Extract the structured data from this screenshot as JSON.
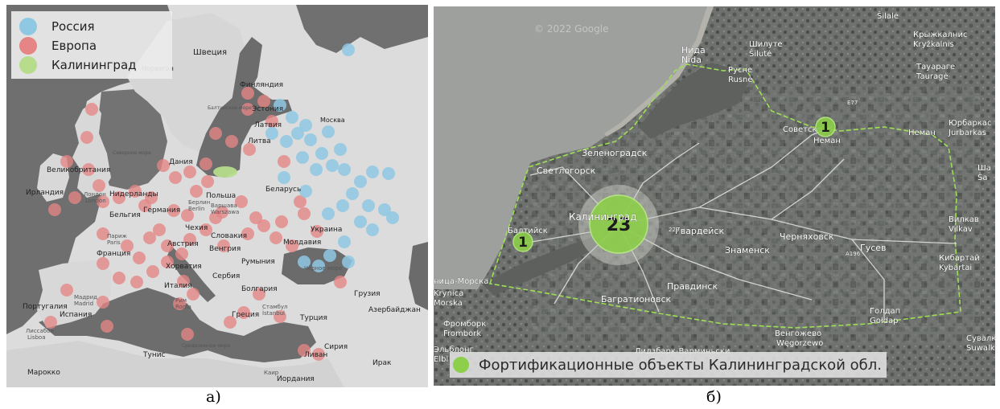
{
  "panel_a": {
    "caption": "а)",
    "legend": [
      {
        "label": "Россия",
        "color": "#8ec8e3"
      },
      {
        "label": "Европа",
        "color": "#e58585"
      },
      {
        "label": "Калининград",
        "color": "#b6dc8c"
      }
    ],
    "labels": {
      "sweden": "Швеция",
      "norway": "Норвегия",
      "finland": "Финляндия",
      "estonia": "Эстония",
      "latvia": "Латвия",
      "lithuania": "Литва",
      "moscow": "Москва",
      "denmark": "Дания",
      "uk": "Великобритания",
      "ireland": "Ирландия",
      "london_ru": "Лондон",
      "london_en": "London",
      "netherlands": "Нидерланды",
      "belgium": "Бельгия",
      "germany": "Германия",
      "berlin_ru": "Берлин",
      "berlin_en": "Berlin",
      "poland": "Польша",
      "warsaw_ru": "Варшава",
      "warsaw_en": "Warszawa",
      "belarus": "Беларусь",
      "ukraine": "Украина",
      "czech": "Чехия",
      "slovakia": "Словакия",
      "austria": "Австрия",
      "hungary": "Венгрия",
      "moldova": "Молдавия",
      "romania": "Румыния",
      "paris_ru": "Париж",
      "paris_en": "Paris",
      "france": "Франция",
      "croatia": "Хорватия",
      "serbia": "Сербия",
      "italy": "Италия",
      "rome_ru": "Рим",
      "rome_en": "Roma",
      "bulgaria": "Болгария",
      "black_sea": "Чёрное море",
      "georgia": "Грузия",
      "madrid_ru": "Мадрид",
      "madrid_en": "Madrid",
      "portugal": "Португалия",
      "spain": "Испания",
      "lisbon_ru": "Лиссабон",
      "lisbon_en": "Lisboa",
      "greece": "Греция",
      "istanbul_ru": "Стамбул",
      "istanbul_en": "İstanbul",
      "turkey": "Турция",
      "azerbaijan": "Азербайджан",
      "tunisia": "Тунис",
      "med_sea": "Средиземное море",
      "syria": "Сирия",
      "lebanon": "Ливан",
      "iraq": "Ирак",
      "morocco": "Марокко",
      "cairo": "Каир",
      "jordan": "Иордания",
      "north_sea": "Северное море",
      "baltic_sea": "Балтийское море"
    }
  },
  "panel_b": {
    "caption": "б)",
    "watermark": "© 2022 Google",
    "legend_label": "Фортификационные объекты Калининградской обл.",
    "legend_color": "#8dcf4a",
    "clusters": [
      {
        "count": "23",
        "place": "Калининград"
      },
      {
        "count": "1",
        "place": "Балтийск"
      },
      {
        "count": "1",
        "place": "Советск"
      }
    ],
    "labels": {
      "nida_ru": "Нида",
      "nida_en": "Nida",
      "silute_ru": "Шилуте",
      "silute_en": "Šilutė",
      "rusne_ru": "Русне",
      "rusne_en": "Rusnė",
      "silale": "Šilalė",
      "kryzkalnis_ru": "Крыжкалнис",
      "kryzkalnis_en": "Kryžkalnis",
      "taurage_ru": "Тауараге",
      "taurage_en": "Tauragė",
      "zelenogradsk": "Зеленоградск",
      "svetlogorsk": "Светлогорск",
      "kaliningrad": "Калининград",
      "baltiysk": "Балтийск",
      "sovetsk": "Советск",
      "neman": "Неман",
      "neman_river": "Неман",
      "jurbarkas_ru": "Юрбаркас",
      "jurbarkas_en": "Jurbarkas",
      "sa_ru": "Ша",
      "sa_en": "Ša",
      "gvardeysk": "Гвардейск",
      "chernyakhovsk": "Черняховск",
      "znamensk": "Знаменск",
      "gusev": "Гусев",
      "vilkaviskis_ru": "Вилкав",
      "vilkaviskis_en": "Vilkav",
      "kybartai_ru": "Кибартай",
      "kybartai_en": "Kybartai",
      "pravdinsk": "Правдинск",
      "bagrationovsk": "Багратионовск",
      "krynica_ru": "ница-Морска",
      "krynica_en1": "Krynica",
      "krynica_en2": "Morska",
      "frombork_ru": "Фромборк",
      "frombork_en": "Frombork",
      "goldap_ru": "Голдап",
      "goldap_en": "Gołdap",
      "wegorzewo_ru": "Венгожево",
      "wegorzewo_en": "Węgorzewo",
      "lidzbark": "Лидзбарк-Варминьски",
      "elblag_ru": "Эльблонг",
      "elblag_en": "Elbl",
      "suwalki_ru": "Сувалк",
      "suwalki_en": "Suwalk",
      "road_a229": "229",
      "road_a196": "А196",
      "road_e77": "Е77"
    }
  }
}
